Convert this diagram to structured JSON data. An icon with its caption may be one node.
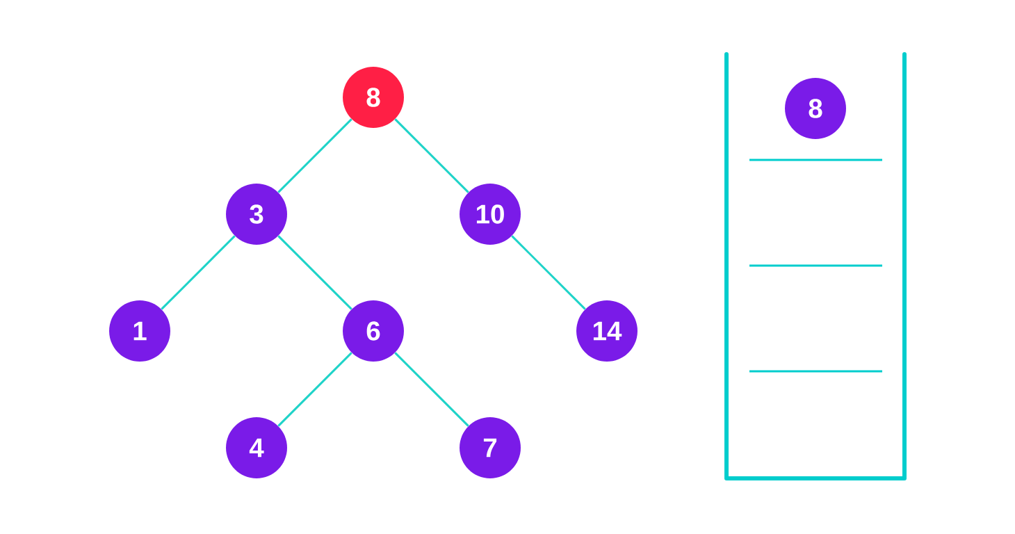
{
  "diagram": {
    "nodes": [
      {
        "text": [
          "8"
        ]
      },
      {
        "text": [
          "3"
        ]
      },
      {
        "text": [
          "10"
        ]
      },
      {
        "text": [
          "1"
        ]
      },
      {
        "text": [
          "6"
        ]
      },
      {
        "text": [
          "14"
        ]
      },
      {
        "text": [
          "4"
        ]
      },
      {
        "text": [
          "7"
        ]
      },
      {
        "text": [
          "8"
        ]
      }
    ],
    "edges": [
      {
        "from": 0,
        "to": 1,
        "arrow": "none"
      },
      {
        "from": 0,
        "to": 2,
        "arrow": "none"
      },
      {
        "from": 1,
        "to": 3,
        "arrow": "none"
      },
      {
        "from": 1,
        "to": 4,
        "arrow": "none"
      },
      {
        "from": 2,
        "to": 5,
        "arrow": "none"
      },
      {
        "from": 4,
        "to": 6,
        "arrow": "none"
      },
      {
        "from": 4,
        "to": 7,
        "arrow": "none"
      }
    ]
  }
}
